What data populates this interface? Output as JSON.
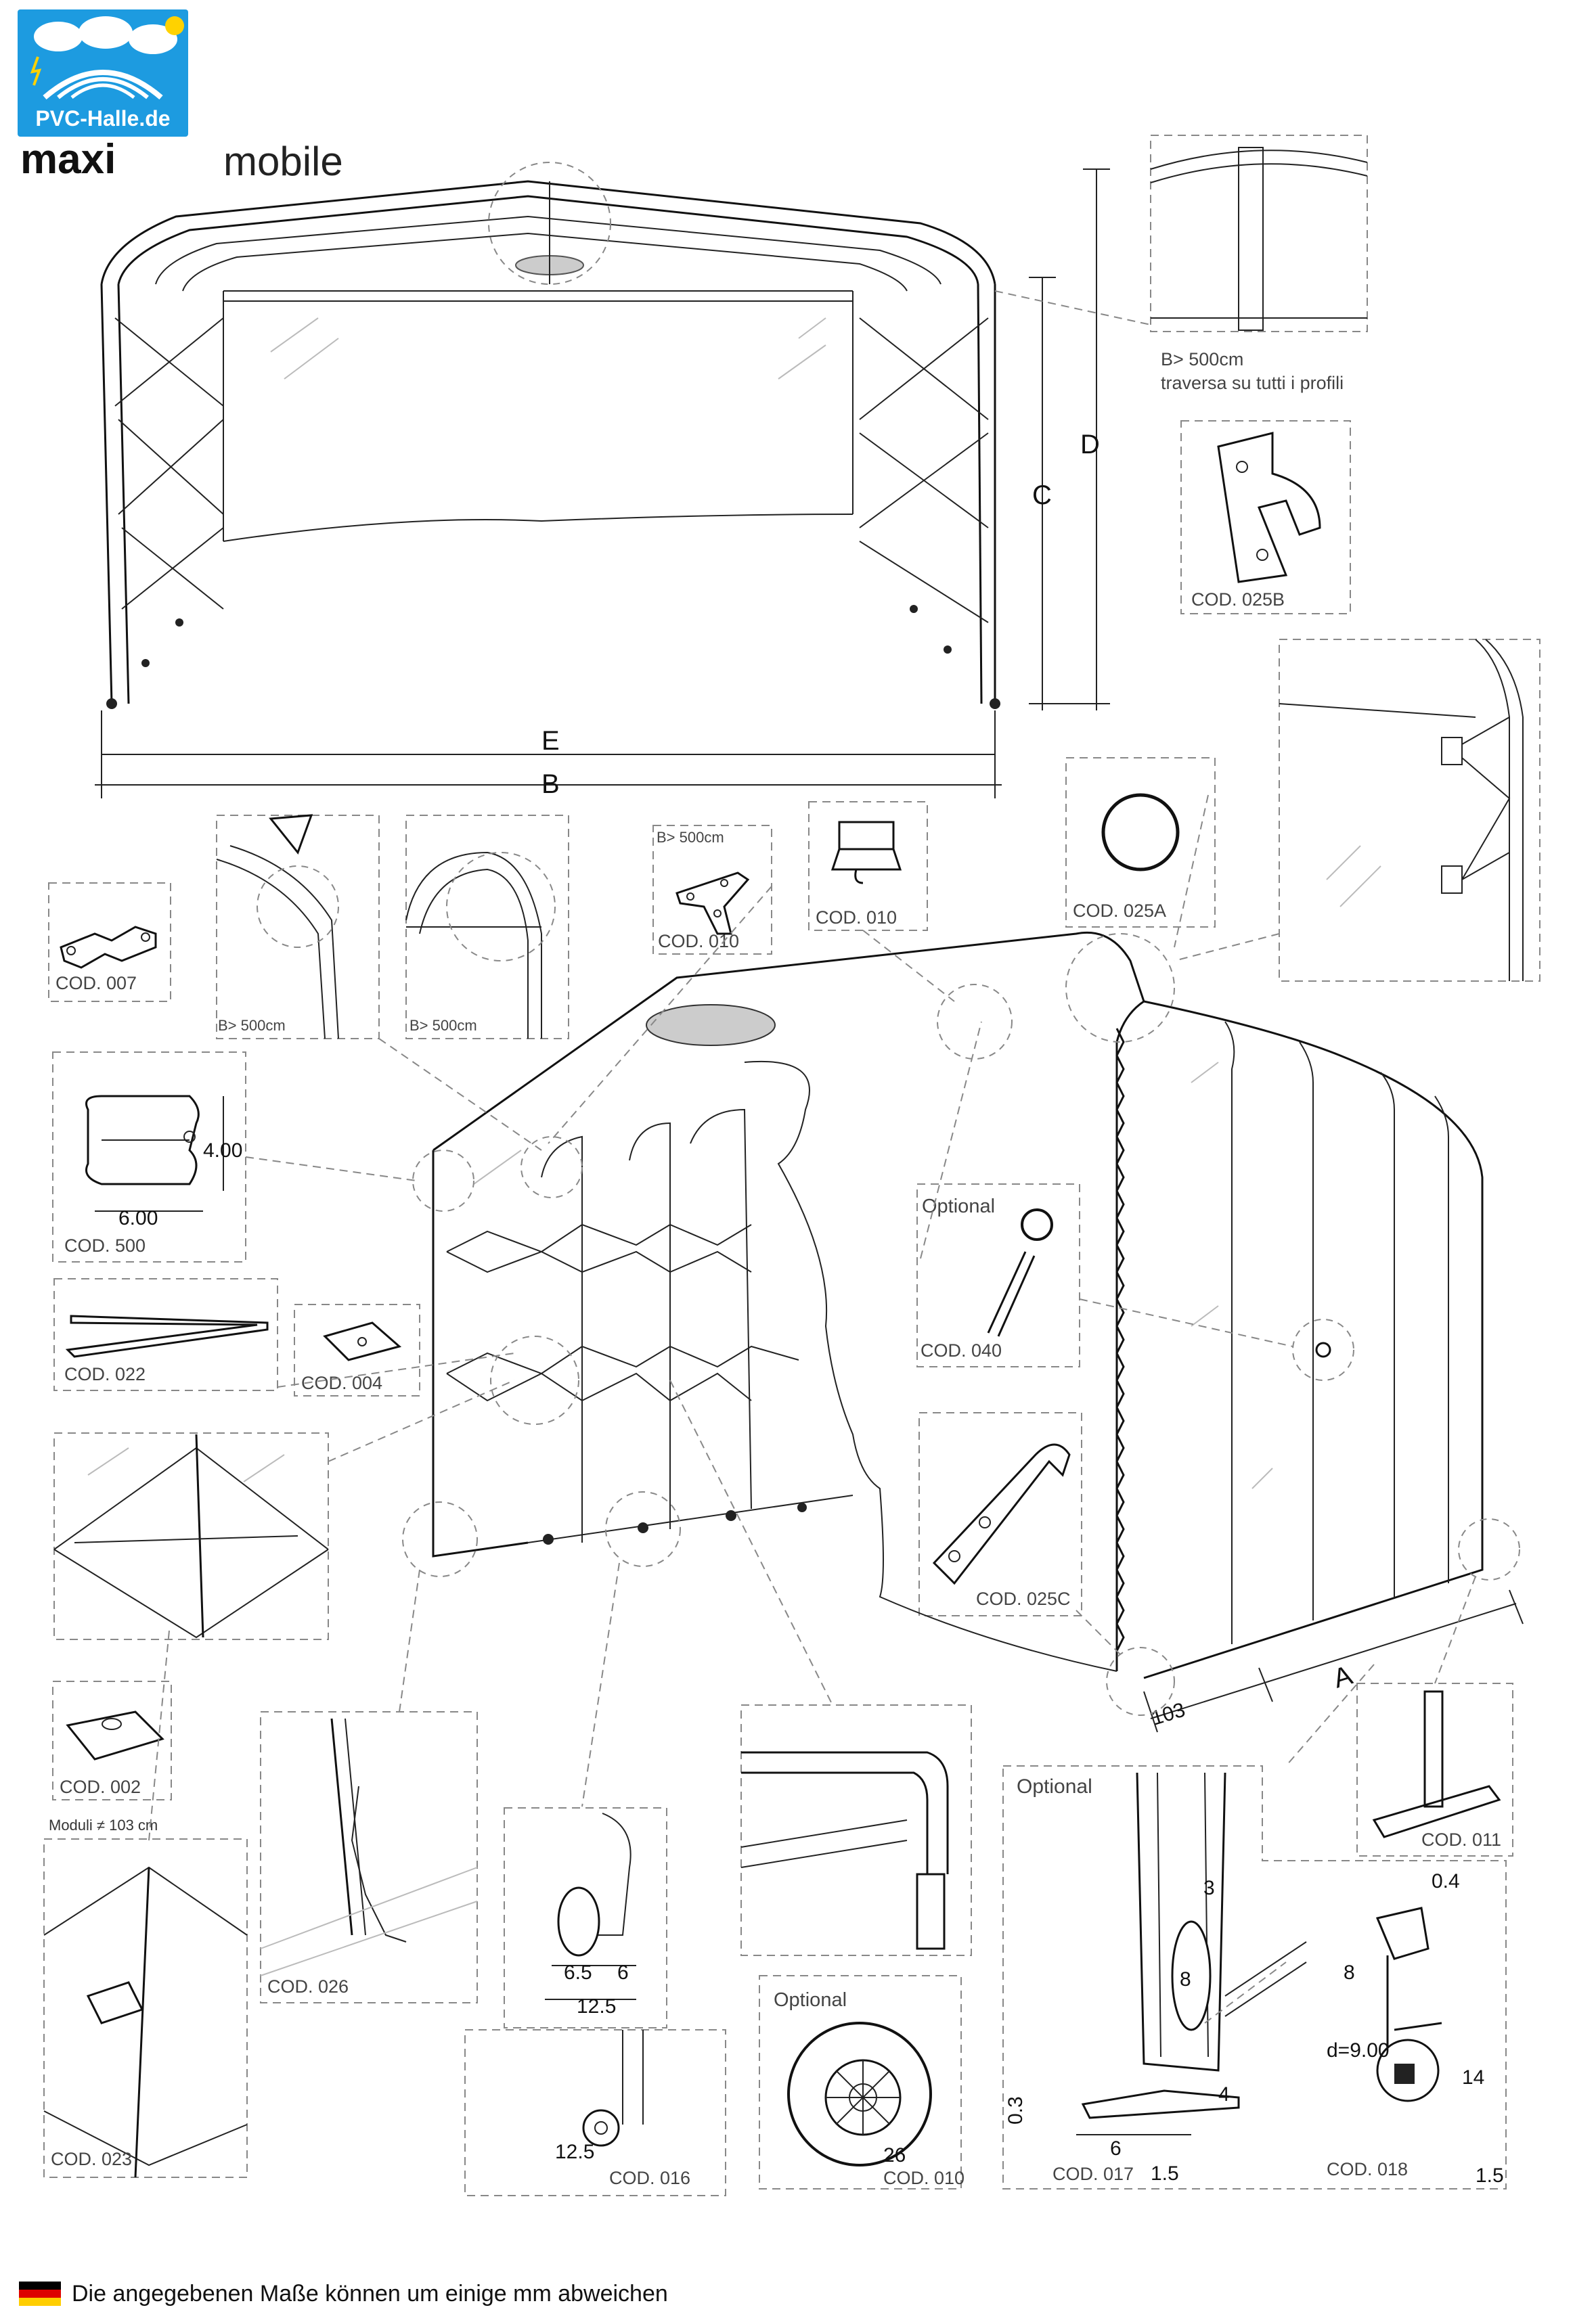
{
  "logo": {
    "text": "PVC-Halle.de"
  },
  "title": {
    "brand": "maxi",
    "model": "mobile"
  },
  "dimensions": {
    "a": "A",
    "b": "B",
    "c": "C",
    "d": "D",
    "e": "E",
    "module_103": "103"
  },
  "notes": {
    "b500_line1": "B> 500cm",
    "b500_line2": "traversa su tutti i profili",
    "b500_short": "B> 500cm",
    "b500_small": "B> 500cm",
    "modules": "Moduli ≠ 103 cm",
    "optional": "Optional"
  },
  "codes": {
    "c007": "COD. 007",
    "c010": "COD. 010",
    "c025a": "COD. 025A",
    "c025b": "COD. 025B",
    "c500": "COD. 500",
    "c022": "COD. 022",
    "c004": "COD. 004",
    "c040": "COD. 040",
    "c025c": "COD. 025C",
    "c002": "COD. 002",
    "c026": "COD. 026",
    "c011": "COD. 011",
    "c023": "COD. 023",
    "c016": "COD. 016",
    "c017": "COD. 017",
    "c018": "COD. 018"
  },
  "measures": {
    "p_w": "6.00",
    "p_h": "4.00",
    "w_65": "6.5",
    "w_6": "6",
    "w_125": "12.5",
    "w_125b": "12.5",
    "w_26": "26",
    "m3": "3",
    "m8": "8",
    "m4": "4",
    "m03": "0.3",
    "m6": "6",
    "m15": "1.5",
    "m04": "0.4",
    "m8b": "8",
    "md": "d=9.00",
    "m14": "14",
    "m15b": "1.5"
  },
  "footer": {
    "text": "Die angegebenen Maße können um einige mm abweichen",
    "flag_colors": [
      "#000000",
      "#dd0000",
      "#ffce00"
    ]
  },
  "colors": {
    "logo_blue": "#1d9be0"
  }
}
